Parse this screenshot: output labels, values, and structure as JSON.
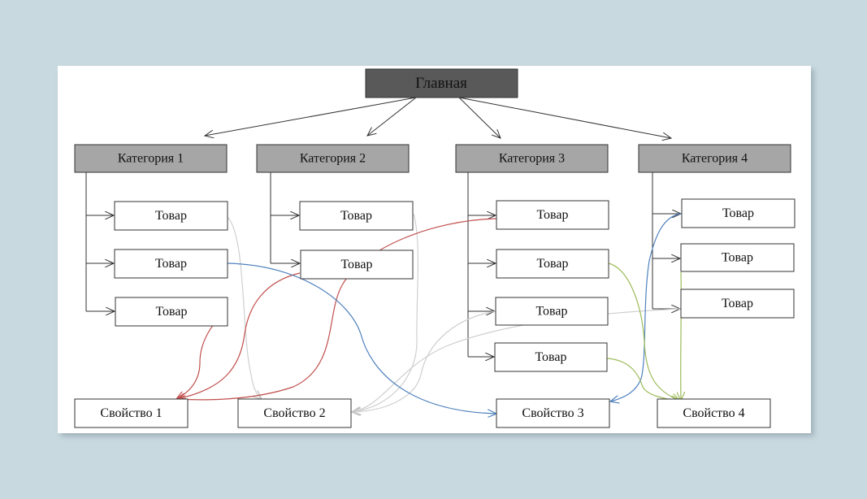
{
  "root": {
    "label": "Главная"
  },
  "categories": [
    {
      "label": "Категория 1",
      "items": [
        "Товар",
        "Товар",
        "Товар"
      ]
    },
    {
      "label": "Категория 2",
      "items": [
        "Товар",
        "Товар"
      ]
    },
    {
      "label": "Категория 3",
      "items": [
        "Товар",
        "Товар",
        "Товар",
        "Товар"
      ]
    },
    {
      "label": "Категория 4",
      "items": [
        "Товар",
        "Товар",
        "Товар"
      ]
    }
  ],
  "properties": [
    "Свойство 1",
    "Свойство 2",
    "Свойство 3",
    "Свойство 4"
  ],
  "colors": {
    "root_fill": "#595959",
    "category_fill": "#a6a6a6",
    "link_property_1": "#c0504d",
    "link_property_2": "#cfcfcf",
    "link_property_3": "#4f81bd",
    "link_property_4": "#9bbb59"
  }
}
